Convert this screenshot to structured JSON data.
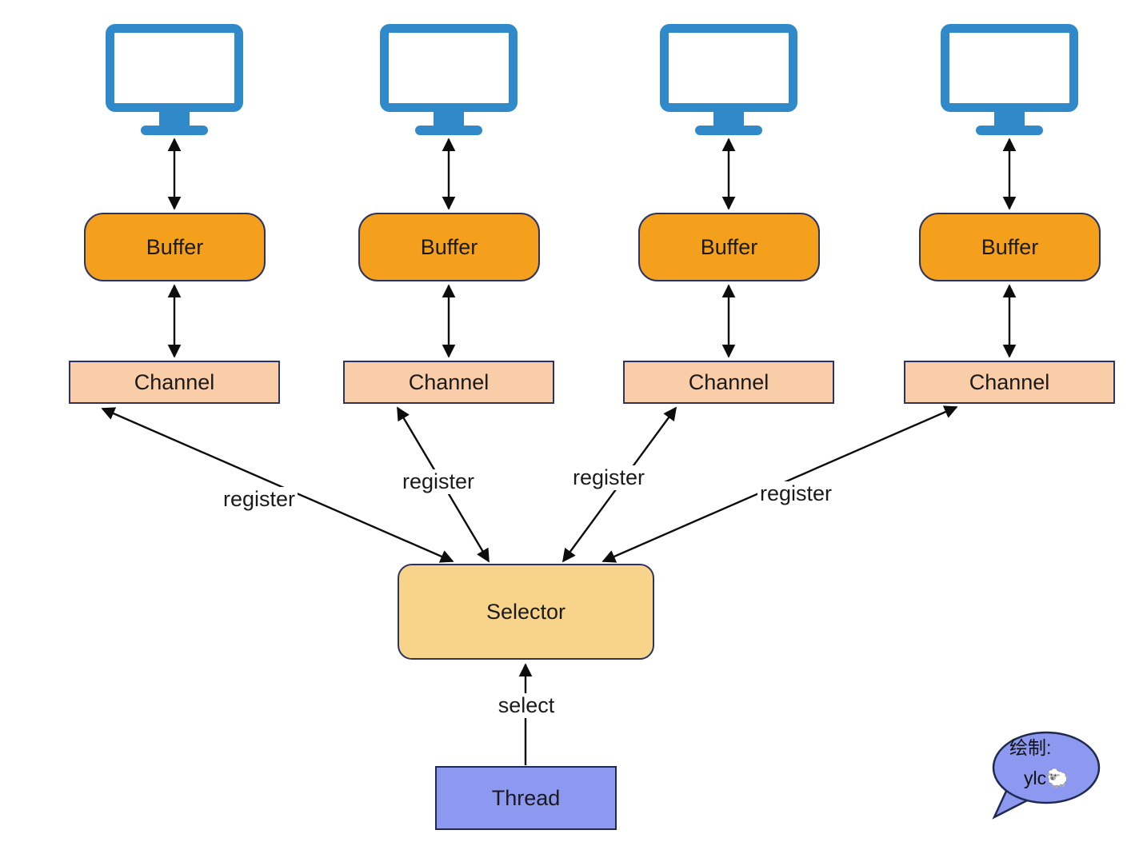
{
  "colors": {
    "monitor_blue": "#308ACA",
    "buffer_fill": "#F4A01C",
    "box_border": "#2A3464",
    "channel_fill": "#FACDA9",
    "selector_fill": "#F8D48A",
    "thread_fill": "#8D99F0",
    "bubble_fill": "#8D99F0",
    "arrow_color": "#0D0D0D"
  },
  "columns": [
    {
      "buffer": "Buffer",
      "channel": "Channel"
    },
    {
      "buffer": "Buffer",
      "channel": "Channel"
    },
    {
      "buffer": "Buffer",
      "channel": "Channel"
    },
    {
      "buffer": "Buffer",
      "channel": "Channel"
    }
  ],
  "selector": {
    "label": "Selector"
  },
  "thread": {
    "label": "Thread"
  },
  "edges": {
    "register_labels": [
      "register",
      "register",
      "register",
      "register"
    ],
    "select_label": "select"
  },
  "credit_bubble": {
    "line1": "绘制:",
    "line2": "ylc🐑"
  }
}
